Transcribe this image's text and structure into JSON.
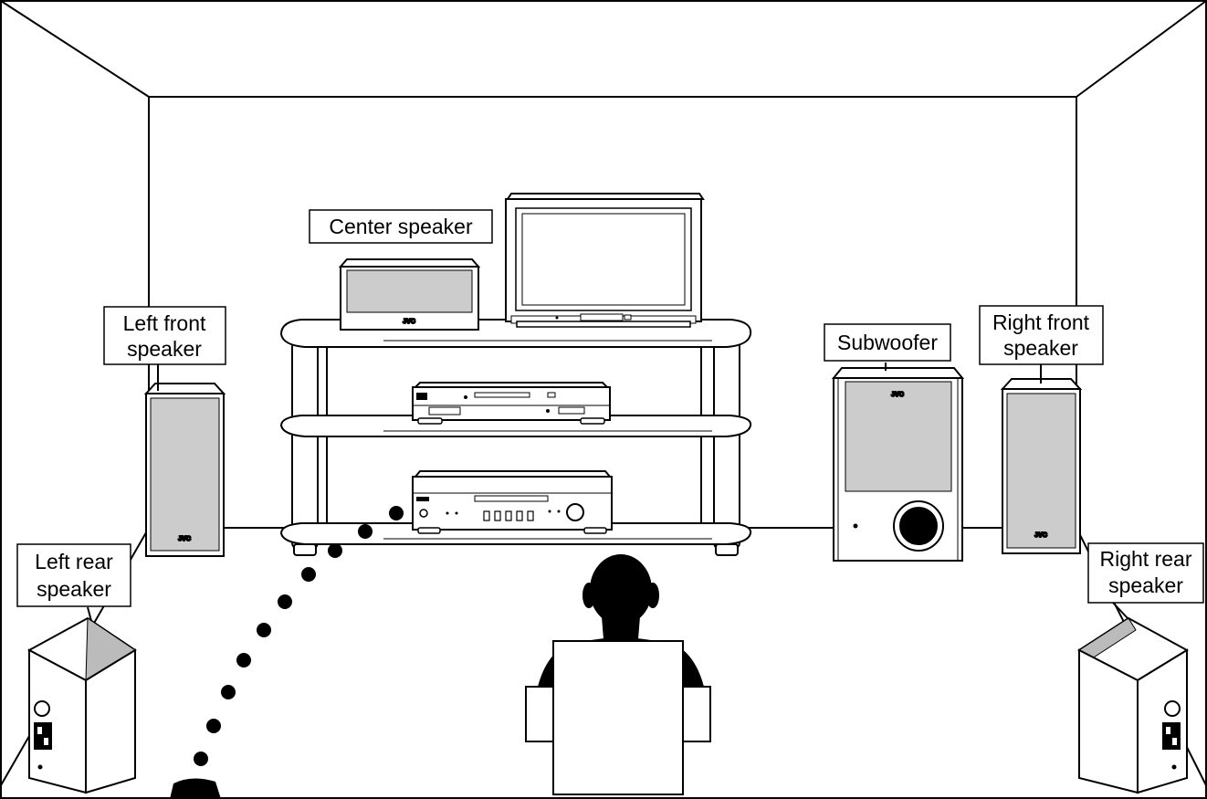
{
  "labels": {
    "center": "Center speaker",
    "left_front": [
      "Left front",
      "speaker"
    ],
    "subwoofer": "Subwoofer",
    "right_front": [
      "Right front",
      "speaker"
    ],
    "left_rear": [
      "Left rear",
      "speaker"
    ],
    "right_rear": [
      "Right rear",
      "speaker"
    ]
  },
  "brand": "JVC",
  "colors": {
    "line": "#000000",
    "panel": "#cccccc",
    "background": "#ffffff"
  }
}
